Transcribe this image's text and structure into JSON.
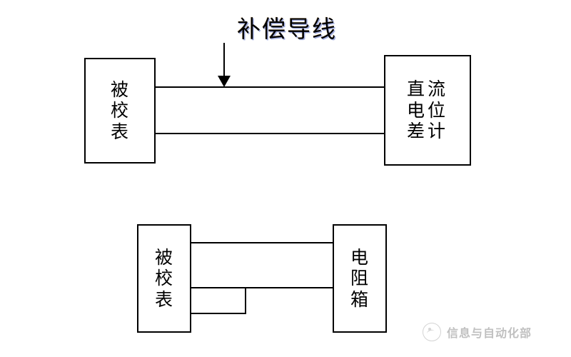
{
  "diagram": {
    "title_text": "补偿导线",
    "background_color": "#ffffff",
    "line_color": "#000000",
    "top_circuit": {
      "left_block": {
        "name": "被校表",
        "lines": [
          "被",
          "校",
          "表"
        ]
      },
      "right_block": {
        "name": "直流电位差计",
        "lines": [
          "直流",
          "电位",
          "差计"
        ]
      },
      "annotation": {
        "label": "补偿导线",
        "arrow": "down-arrow"
      },
      "wire_count": 2
    },
    "bottom_circuit": {
      "left_block": {
        "name": "被校表",
        "lines": [
          "被",
          "校",
          "表"
        ]
      },
      "right_block": {
        "name": "电阻箱",
        "lines": [
          "电",
          "阻",
          "箱"
        ]
      },
      "wire_count": 3,
      "jumper": "short-link"
    }
  },
  "watermark": {
    "text": "信息与自动化部",
    "logo": "cloud-logo-icon"
  }
}
